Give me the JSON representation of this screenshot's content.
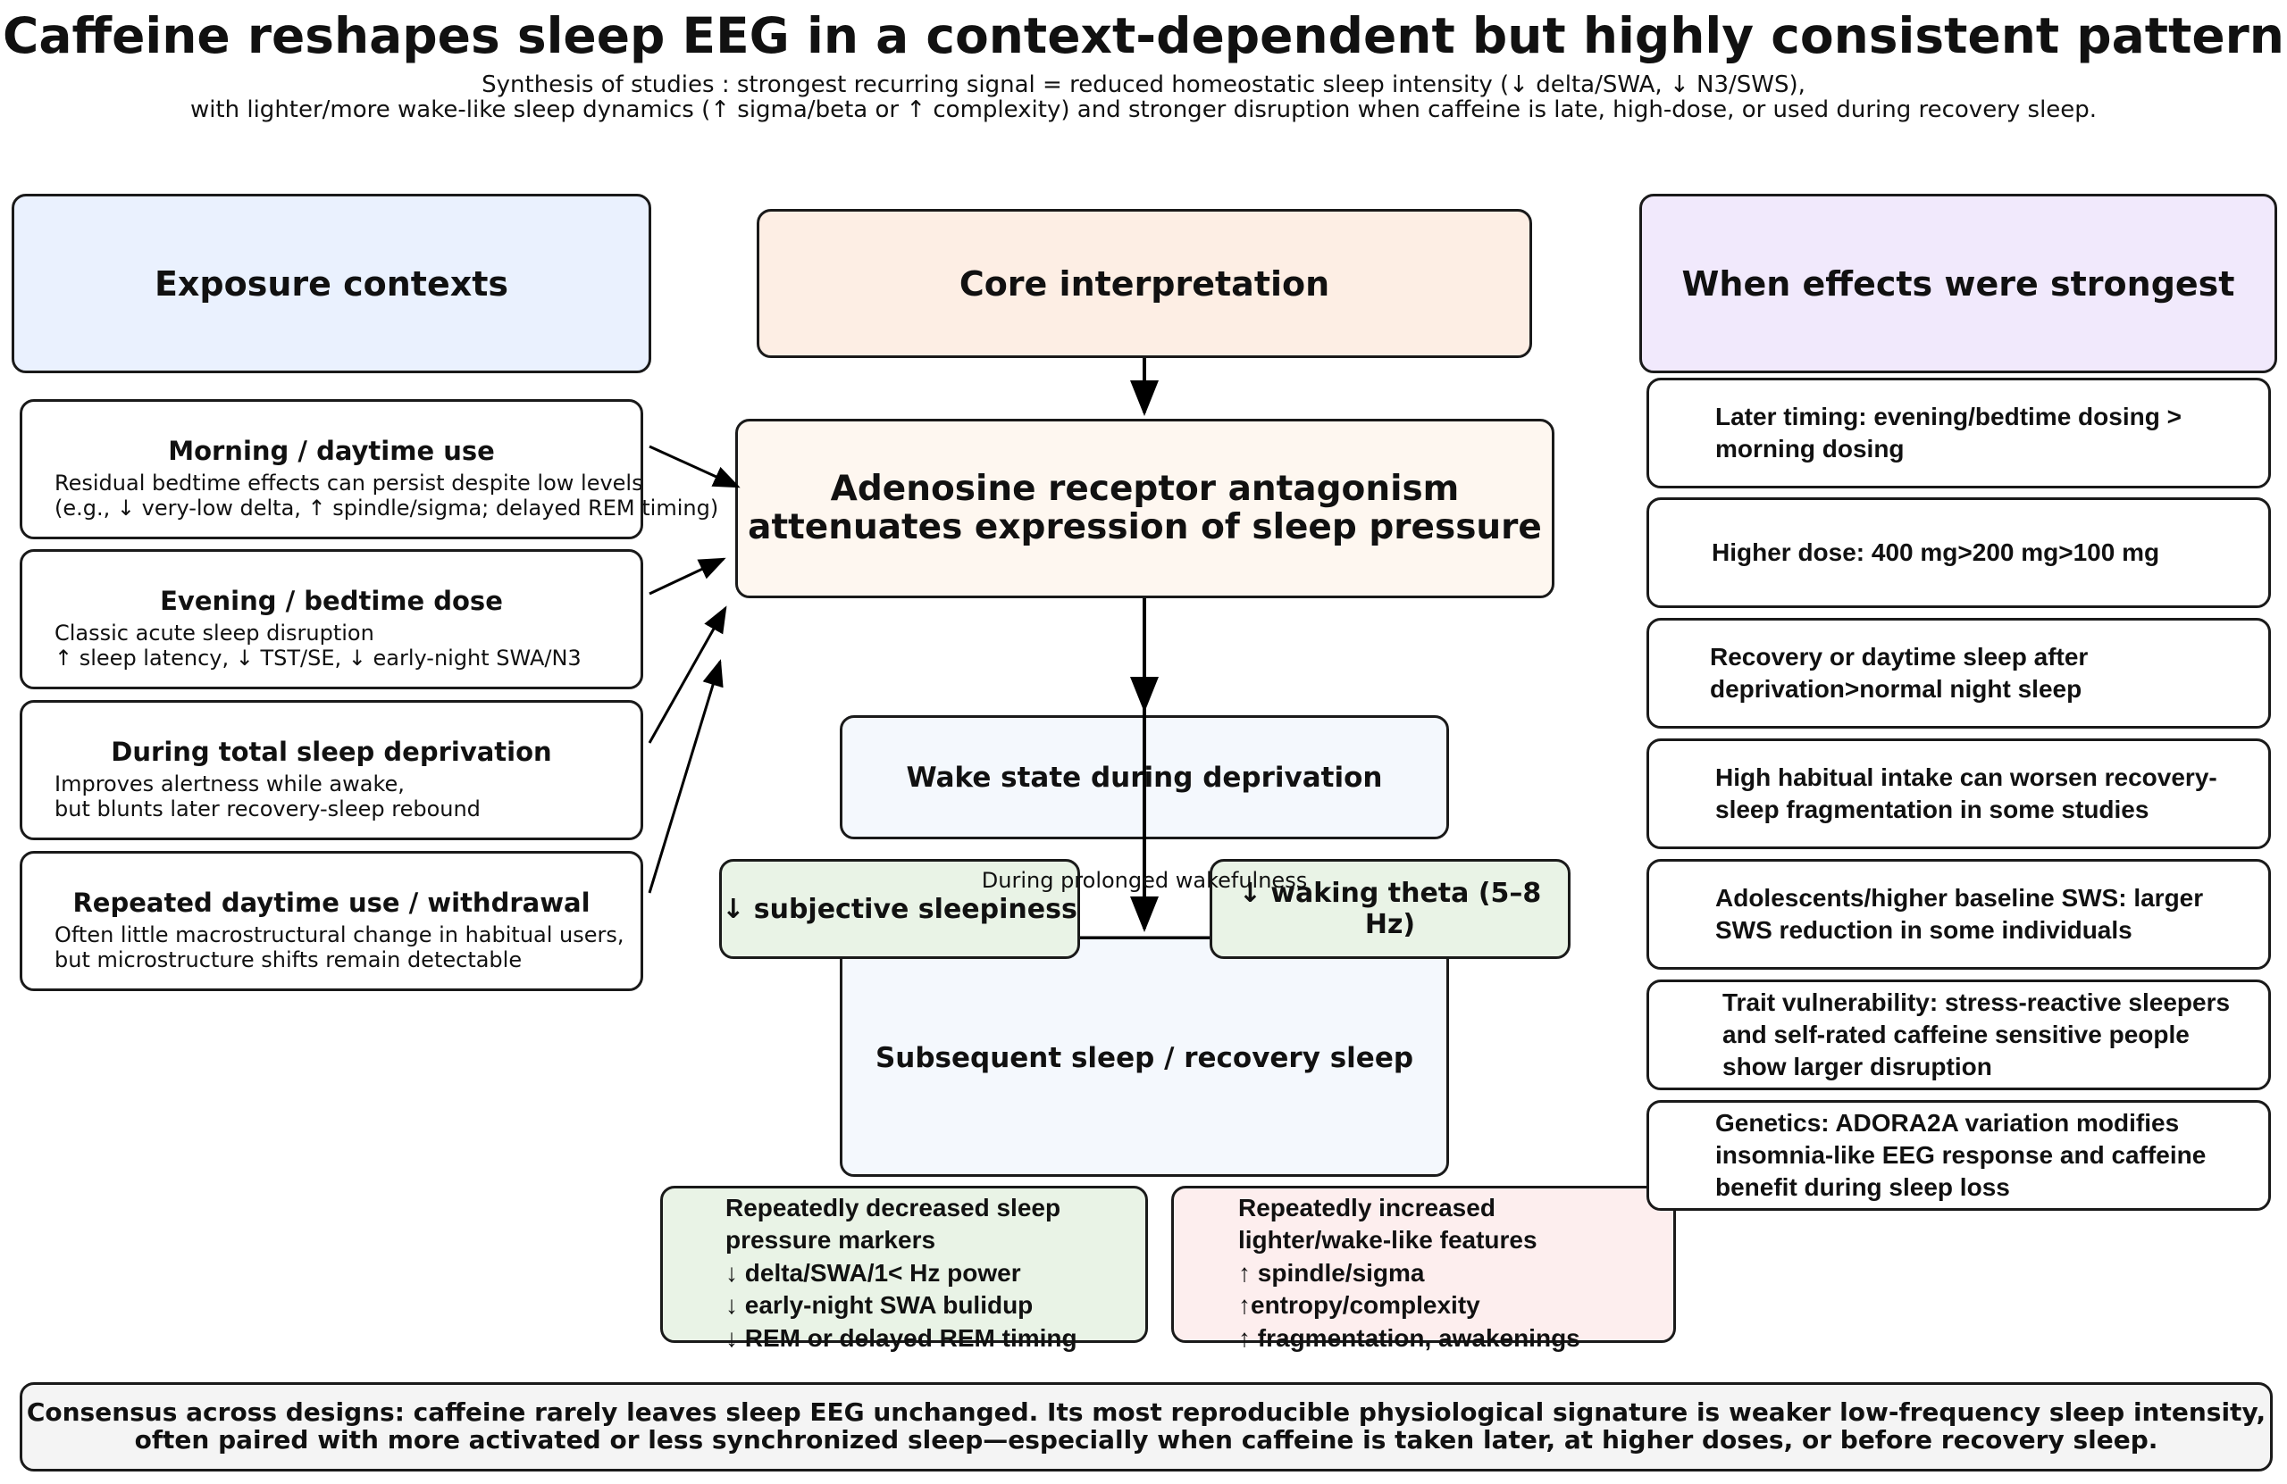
{
  "title": "Caffeine reshapes sleep EEG in a context-dependent but highly consistent pattern",
  "subtitle": [
    "Synthesis of studies : strongest recurring signal = reduced homeostatic sleep intensity (↓ delta/SWA, ↓ N3/SWS),",
    "with lighter/more wake-like sleep dynamics (↑ sigma/beta or ↑ complexity) and stronger disruption when caffeine is late, high-dose, or used during recovery sleep."
  ],
  "headers": {
    "exposure": "Exposure contexts",
    "core": "Core interpretation",
    "strongest": "When effects were strongest"
  },
  "colors": {
    "exposure_header": "#eaf1fe",
    "core_header": "#fdeee4",
    "strongest_header": "#f1e9fc",
    "central": "#fef7f0",
    "state": "#f4f8fd",
    "green": "#e9f3e6",
    "pink": "#fdeeee",
    "consensus": "#f4f4f4"
  },
  "exposure_contexts": [
    {
      "title": "Morning / daytime use",
      "lines": [
        "Residual bedtime effects can persist despite low levels",
        "(e.g., ↓ very-low delta, ↑ spindle/sigma; delayed REM timing)"
      ]
    },
    {
      "title": "Evening / bedtime dose",
      "lines": [
        "Classic acute sleep disruption",
        "↑ sleep latency, ↓ TST/SE, ↓ early-night SWA/N3"
      ]
    },
    {
      "title": "During total sleep deprivation",
      "lines": [
        "Improves alertness while awake,",
        "but blunts later recovery-sleep rebound"
      ]
    },
    {
      "title": "Repeated daytime use / withdrawal",
      "lines": [
        "Often little macrostructural change in habitual users,",
        "but microstructure shifts remain detectable"
      ]
    }
  ],
  "central": {
    "lines": [
      "Adenosine receptor antagonism",
      "attenuates expression of sleep pressure"
    ]
  },
  "wake_state": "Wake state during deprivation",
  "prolonged_label": "During prolonged wakefulness",
  "subjective": "↓ subjective sleepiness",
  "theta": "↓ waking theta (5–8 Hz)",
  "subsequent": "Subsequent sleep / recovery sleep",
  "decreased": {
    "lines": [
      "Repeatedly decreased sleep",
      "pressure markers",
      "↓ delta/SWA/1< Hz power",
      "↓ early-night SWA bulidup",
      "↓ REM or delayed REM timing"
    ]
  },
  "increased": {
    "lines": [
      "Repeatedly increased",
      "lighter/wake-like features",
      "↑ spindle/sigma",
      "↑entropy/complexity",
      "↑ fragmentation, awakenings"
    ]
  },
  "strongest": [
    {
      "lines": [
        "Later timing: evening/bedtime dosing >",
        "morning dosing"
      ]
    },
    {
      "lines": [
        "Higher dose: 400 mg>200 mg>100 mg"
      ]
    },
    {
      "lines": [
        "Recovery or daytime sleep after",
        "deprivation>normal night sleep"
      ]
    },
    {
      "lines": [
        "High habitual intake can worsen recovery-",
        "sleep fragmentation in some studies"
      ]
    },
    {
      "lines": [
        "Adolescents/higher baseline SWS: larger",
        "SWS reduction in some individuals"
      ]
    },
    {
      "lines": [
        "Trait vulnerability: stress-reactive sleepers",
        "and self-rated caffeine sensitive people",
        "show larger disruption"
      ]
    },
    {
      "lines": [
        "Genetics: ADORA2A variation modifies",
        "insomnia-like EEG response and caffeine",
        "benefit during sleep loss"
      ]
    }
  ],
  "consensus": {
    "lines": [
      "Consensus across designs: caffeine rarely leaves sleep EEG unchanged. Its most reproducible physiological signature is weaker low-frequency sleep intensity,",
      "often paired with more activated or less synchronized sleep—especially when caffeine is taken later, at higher doses, or before recovery sleep."
    ]
  }
}
